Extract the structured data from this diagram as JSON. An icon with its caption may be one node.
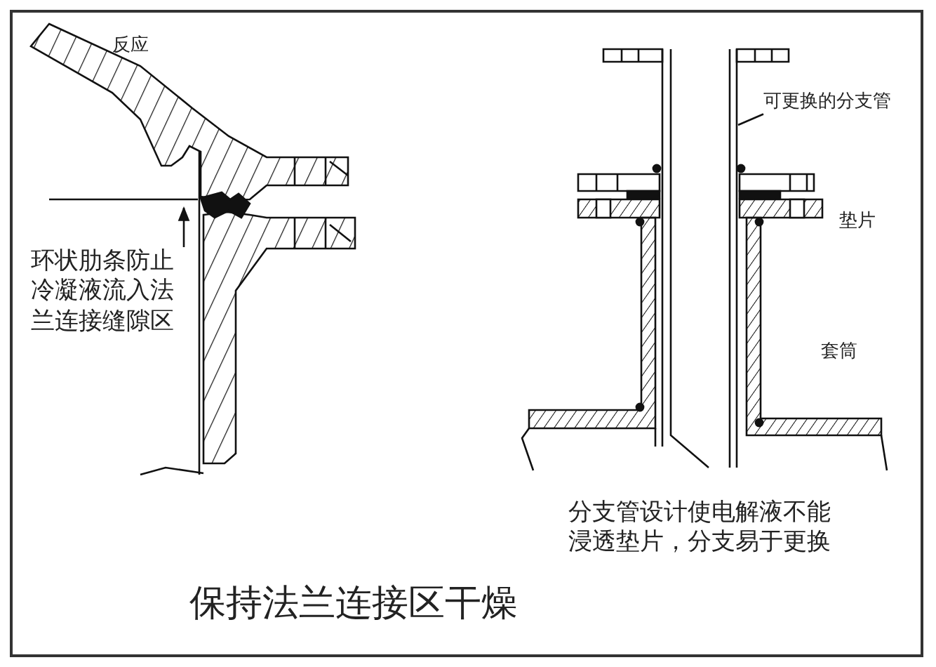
{
  "diagram": {
    "caption": "保持法兰连接区干燥",
    "nodes": [
      {
        "text": [
          "环状肋条防止冷凝液流入法兰连接缝隙区"
        ]
      },
      {
        "text": [
          "可更换的分支管"
        ]
      }
    ],
    "edges": [
      {
        "from": 0,
        "to": null,
        "arrow": "to"
      },
      {
        "from": 1,
        "to": null,
        "arrow": "none"
      }
    ],
    "labels": [
      "反应",
      "垫片",
      "套筒",
      "分支管设计使电解液不能浸透垫片，分支易于更换"
    ]
  }
}
